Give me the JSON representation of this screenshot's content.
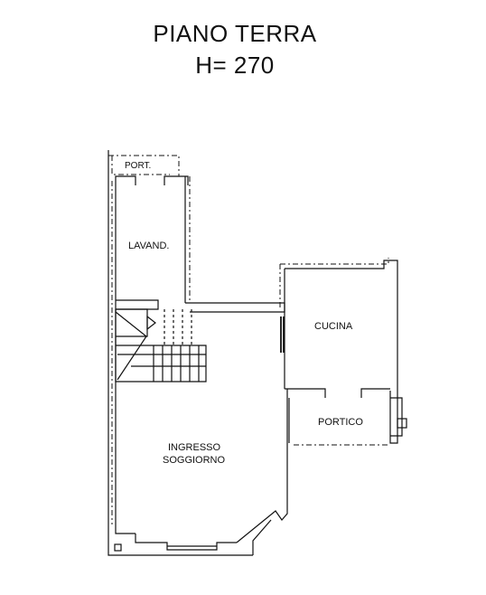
{
  "title": {
    "line1": "PIANO TERRA",
    "line2": "H= 270"
  },
  "rooms": {
    "port": "PORT.",
    "lavand": "LAVAND.",
    "cucina": "CUCINA",
    "portico": "PORTICO",
    "ingresso_line1": "INGRESSO",
    "ingresso_line2": "SOGGIORNO"
  },
  "colors": {
    "wall": "#111111",
    "background": "#ffffff"
  }
}
